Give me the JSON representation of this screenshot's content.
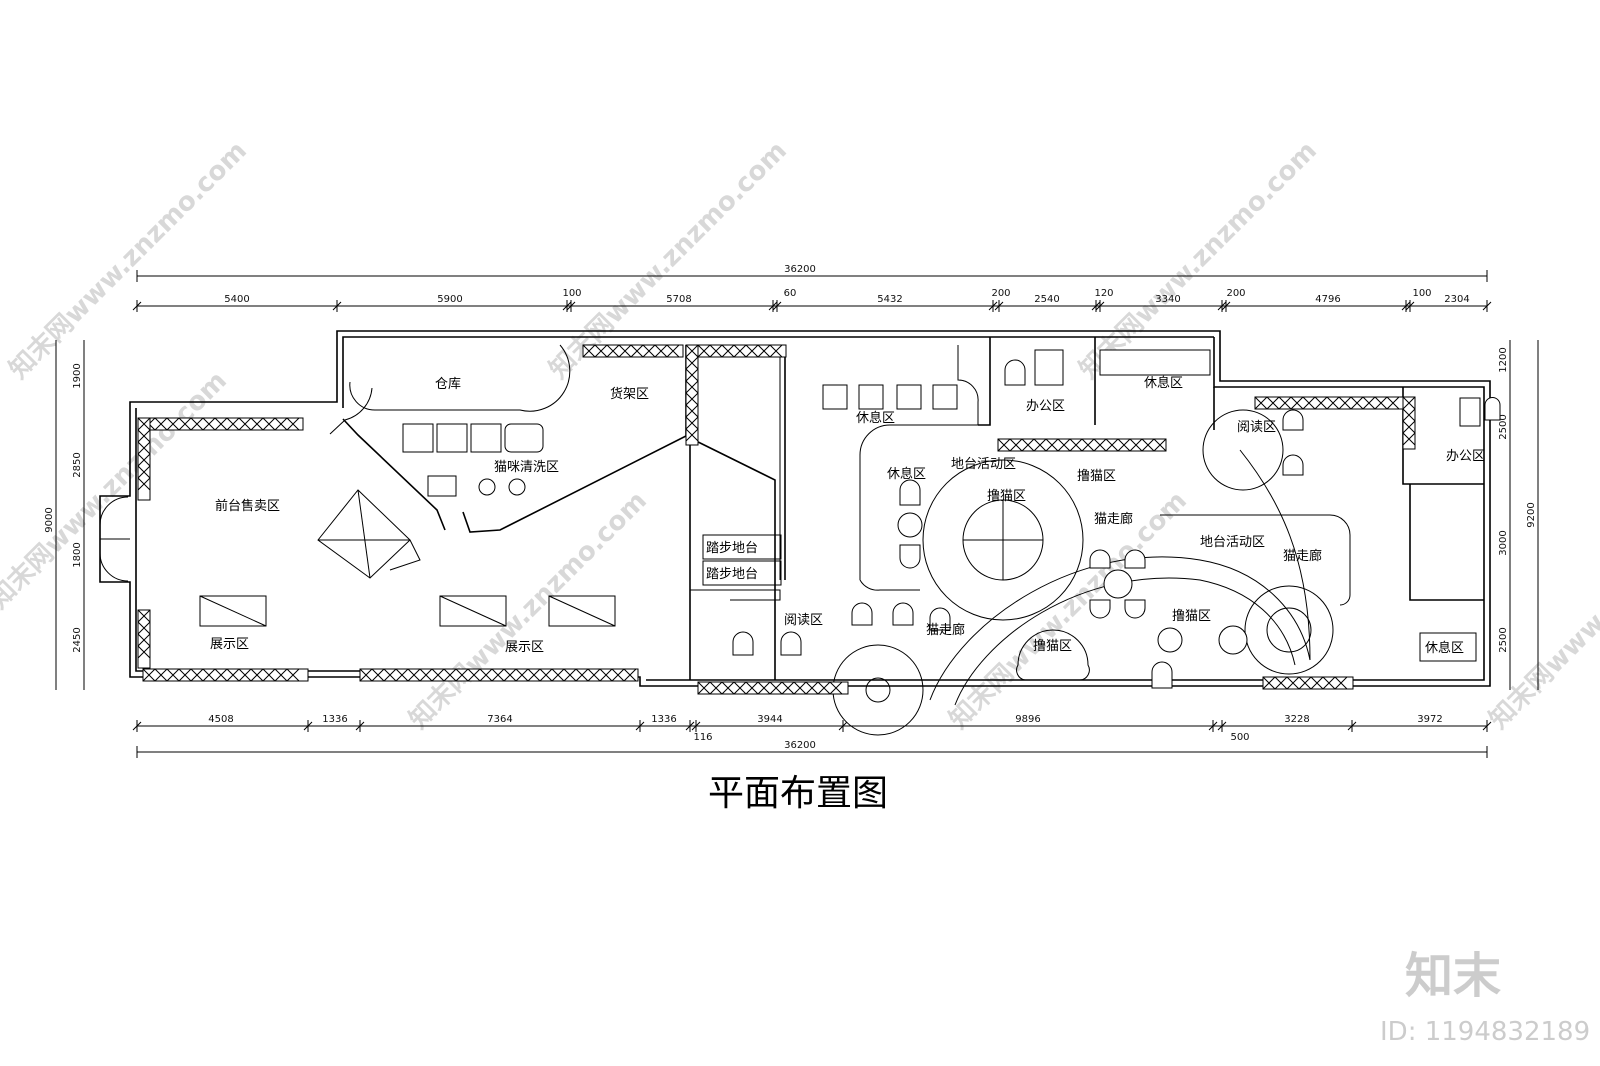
{
  "title": "平面布置图",
  "watermark": {
    "text": "知末网www.znzmo.com",
    "brand": "知末",
    "id_text": "ID: 1194832189"
  },
  "dimensions": {
    "top_total": "36200",
    "top_segments": [
      "5400",
      "5900",
      "100",
      "5708",
      "60",
      "5432",
      "200",
      "2540",
      "120",
      "3340",
      "200",
      "4796",
      "100",
      "2304"
    ],
    "bottom_segments": [
      "4508",
      "1336",
      "7364",
      "1336",
      "116",
      "3944",
      "9896",
      "500",
      "3228",
      "3972"
    ],
    "bottom_total": "36200",
    "left_total": "9000",
    "left_segments": [
      "1900",
      "2850",
      "1800",
      "2450"
    ],
    "right_total": "9200",
    "right_segments": [
      "1200",
      "2500",
      "3000",
      "2500"
    ]
  },
  "rooms": {
    "front_desk": "前台售卖区",
    "warehouse": "仓库",
    "shelf": "货架区",
    "cat_wash": "猫咪清洗区",
    "display_1": "展示区",
    "display_2": "展示区",
    "step_1": "踏步地台",
    "step_2": "踏步地台",
    "rest_1": "休息区",
    "rest_2": "休息区",
    "rest_3": "休息区",
    "rest_4": "休息区",
    "office_1": "办公区",
    "office_2": "办公区",
    "reading_1": "阅读区",
    "reading_2": "阅读区",
    "platform_1": "地台活动区",
    "platform_2": "地台活动区",
    "pet_1": "撸猫区",
    "pet_2": "撸猫区",
    "pet_3": "撸猫区",
    "pet_4": "撸猫区",
    "catwalk_1": "猫走廊",
    "catwalk_2": "猫走廊",
    "catwalk_3": "猫走廊"
  }
}
